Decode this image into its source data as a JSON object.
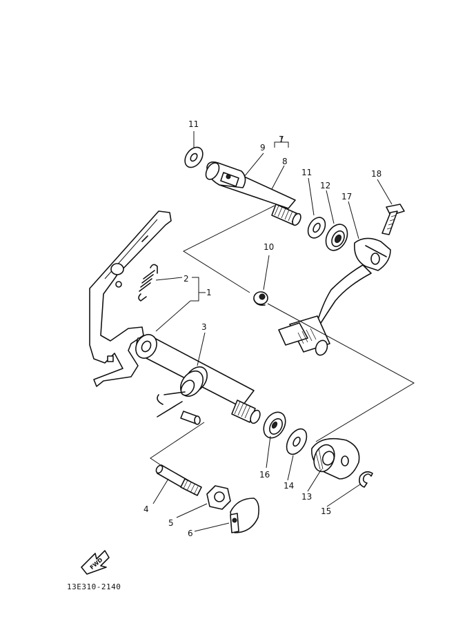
{
  "diagram_code": "13E310-2140",
  "fwd_label": "FWD",
  "callouts": {
    "c1": "1",
    "c2": "2",
    "c3": "3",
    "c4": "4",
    "c5": "5",
    "c6": "6",
    "c7": "7",
    "c8": "8",
    "c9": "9",
    "c10": "10",
    "c11a": "11",
    "c11b": "11",
    "c12": "12",
    "c13": "13",
    "c14": "14",
    "c15": "15",
    "c16": "16",
    "c17": "17",
    "c18": "18"
  }
}
